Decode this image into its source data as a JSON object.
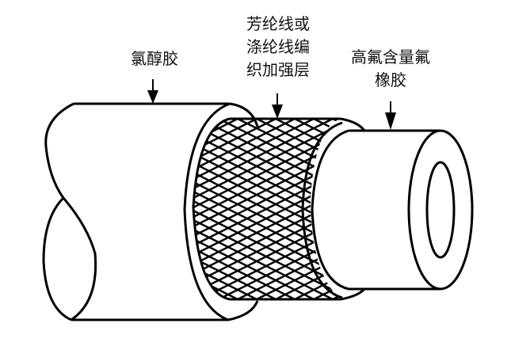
{
  "diagram": {
    "subject": "hose cross-section layers",
    "labels": [
      {
        "id": "outer",
        "lines": [
          "氯醇胶"
        ]
      },
      {
        "id": "braid",
        "lines": [
          "芳纶线或",
          "涤纶线编",
          "织加强层"
        ]
      },
      {
        "id": "inner",
        "lines": [
          "高氟含量氟",
          "橡胶"
        ]
      }
    ],
    "colors": {
      "stroke": "#000000",
      "background": "#ffffff",
      "text": "#111111"
    }
  }
}
